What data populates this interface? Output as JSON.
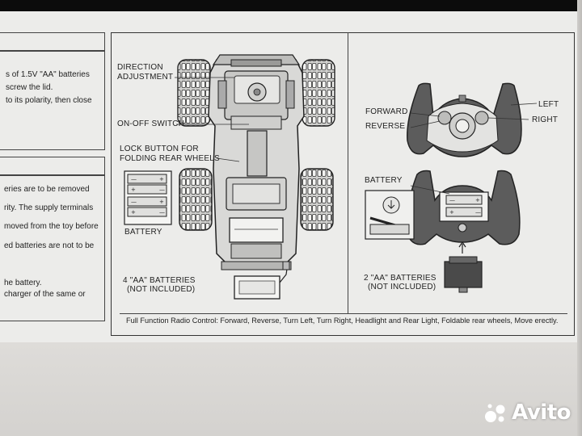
{
  "left_panel": {
    "box1_lines": [
      "s of 1.5V \"AA\" batteries",
      "screw the lid.",
      "to its polarity, then close"
    ],
    "box2_lines": [
      "eries are to be removed",
      "rity. The supply terminals",
      "moved from the toy before",
      "ed batteries are not to be",
      "he battery.",
      "charger of the same or"
    ]
  },
  "car_panel": {
    "direction_adjustment": [
      "DIRECTION",
      "ADJUSTMENT"
    ],
    "on_off_switch": "ON-OFF SWITCH",
    "lock_button": [
      "LOCK BUTTON FOR",
      "FOLDING REAR WHEELS"
    ],
    "battery_label": "BATTERY",
    "batteries_note": [
      "4 \"AA\" BATTERIES",
      "(NOT INCLUDED)"
    ]
  },
  "remote_panel": {
    "forward": "FORWARD",
    "reverse": "REVERSE",
    "left": "LEFT",
    "right": "RIGHT",
    "battery_label": "BATTERY",
    "batteries_note": [
      "2 \"AA\" BATTERIES",
      "(NOT INCLUDED)"
    ]
  },
  "footer": "Full Function Radio Control: Forward, Reverse, Turn Left, Turn Right, Headlight and Rear Light, Foldable rear wheels, Move erectly.",
  "watermark": "Avito",
  "colors": {
    "line": "#333333",
    "paper": "#ececea",
    "panel": "#f0efed"
  }
}
